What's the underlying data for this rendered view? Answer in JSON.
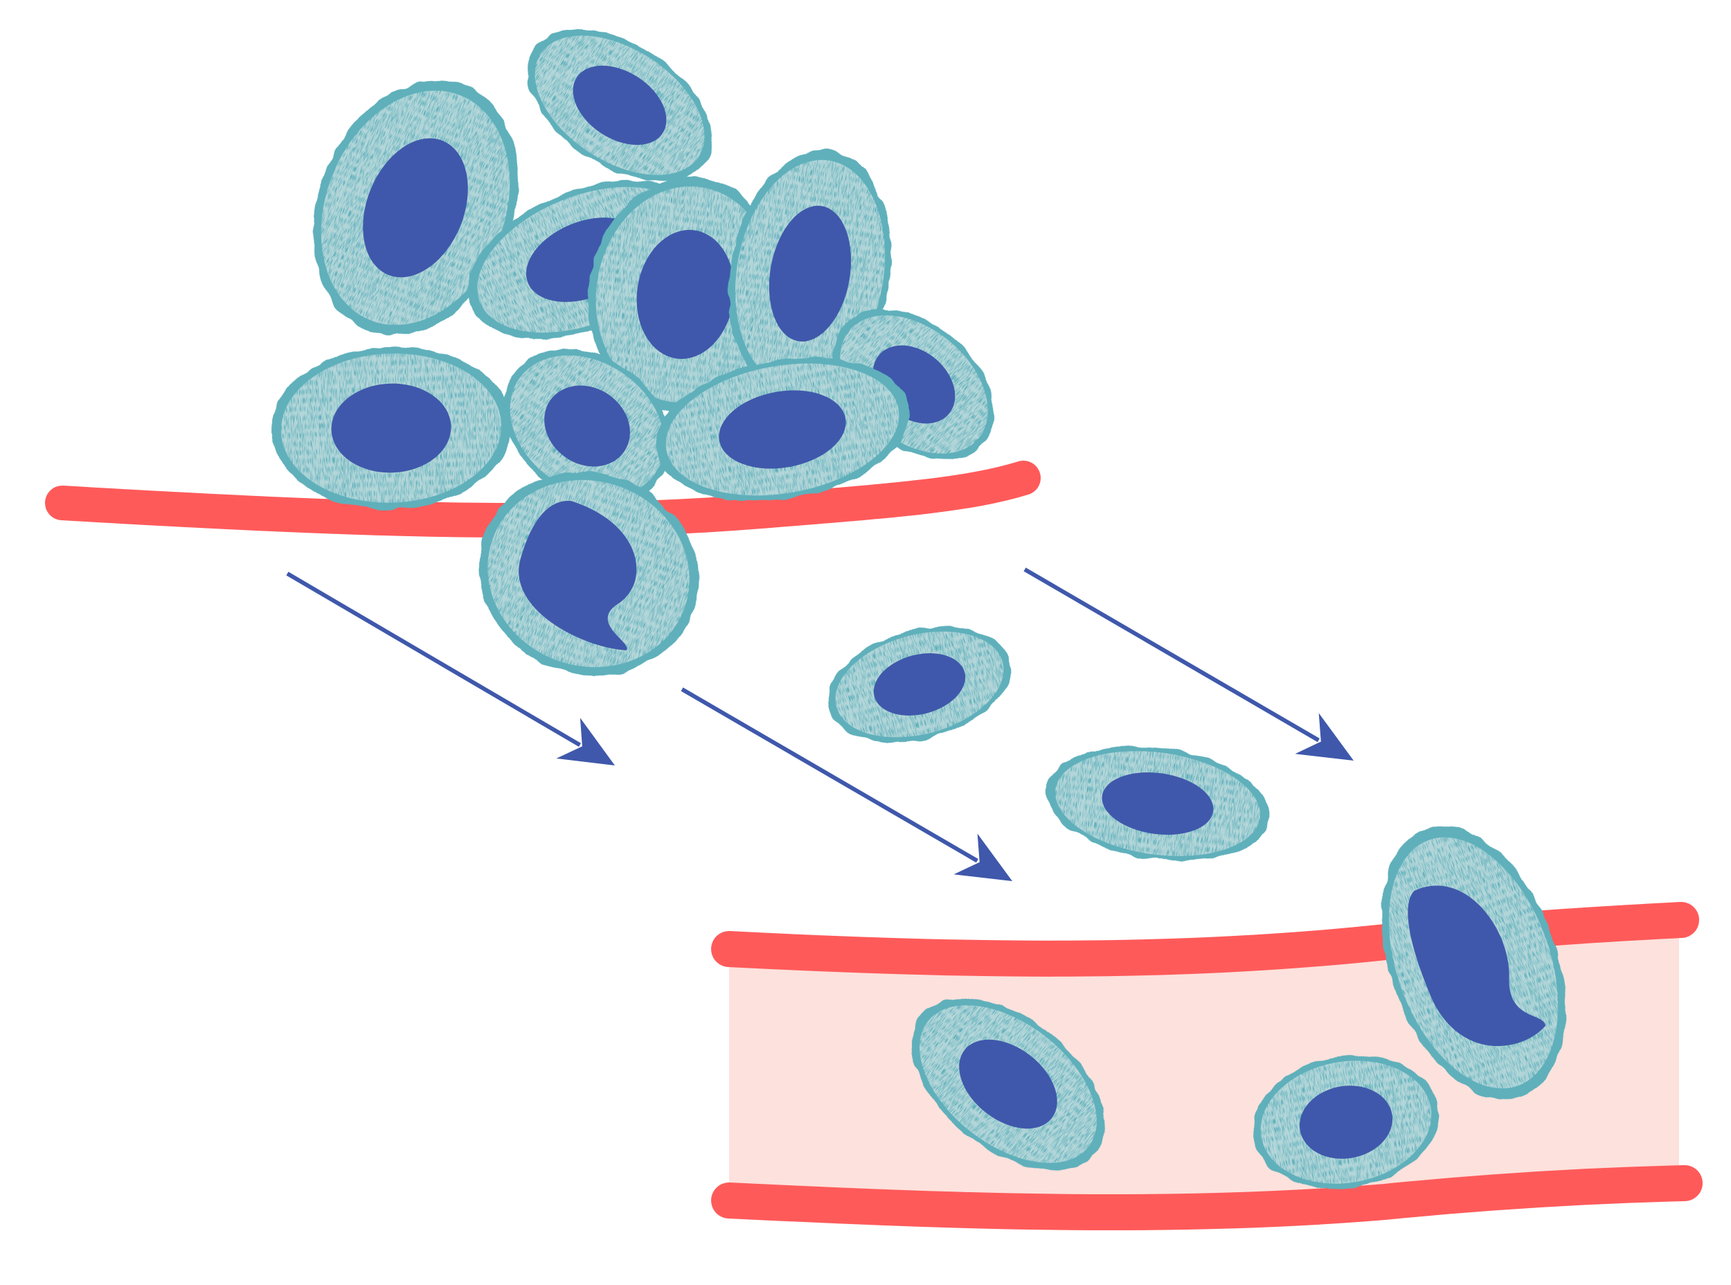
{
  "diagram": {
    "colors": {
      "background": "#ffffff",
      "membrane": "#ff5a5a",
      "vessel_interior": "#fde1dc",
      "cell_cytoplasm": "#5eb0bb",
      "cell_texture": "#f5e9e3",
      "cell_nucleus": "#3f58ab",
      "arrow": "#3f58ab"
    },
    "cells": [
      {
        "name": "cluster-cell",
        "shape": "oval",
        "location": "tumor-cluster"
      },
      {
        "name": "cluster-cell",
        "shape": "oval",
        "location": "tumor-cluster"
      },
      {
        "name": "cluster-cell",
        "shape": "oval",
        "location": "tumor-cluster"
      },
      {
        "name": "cluster-cell",
        "shape": "oval",
        "location": "tumor-cluster"
      },
      {
        "name": "cluster-cell",
        "shape": "oval",
        "location": "tumor-cluster"
      },
      {
        "name": "cluster-cell",
        "shape": "oval",
        "location": "tumor-cluster"
      },
      {
        "name": "cluster-cell",
        "shape": "oval",
        "location": "tumor-cluster"
      },
      {
        "name": "cluster-cell",
        "shape": "oval",
        "location": "tumor-cluster"
      },
      {
        "name": "cluster-cell",
        "shape": "oval",
        "location": "tumor-cluster"
      },
      {
        "name": "invading-cell",
        "shape": "kidney",
        "location": "crossing-basement-membrane"
      },
      {
        "name": "migrating-cell",
        "shape": "oval",
        "location": "in-transit"
      },
      {
        "name": "migrating-cell",
        "shape": "oval",
        "location": "in-transit"
      },
      {
        "name": "intravasating-cell",
        "shape": "kidney",
        "location": "crossing-vessel-wall"
      },
      {
        "name": "circulating-cell",
        "shape": "oval",
        "location": "inside-vessel"
      },
      {
        "name": "circulating-cell",
        "shape": "oval",
        "location": "inside-vessel"
      }
    ],
    "arrows": [
      {
        "name": "migration-arrow",
        "direction": "down-right"
      },
      {
        "name": "migration-arrow",
        "direction": "down-right"
      },
      {
        "name": "migration-arrow",
        "direction": "down-right"
      }
    ]
  }
}
